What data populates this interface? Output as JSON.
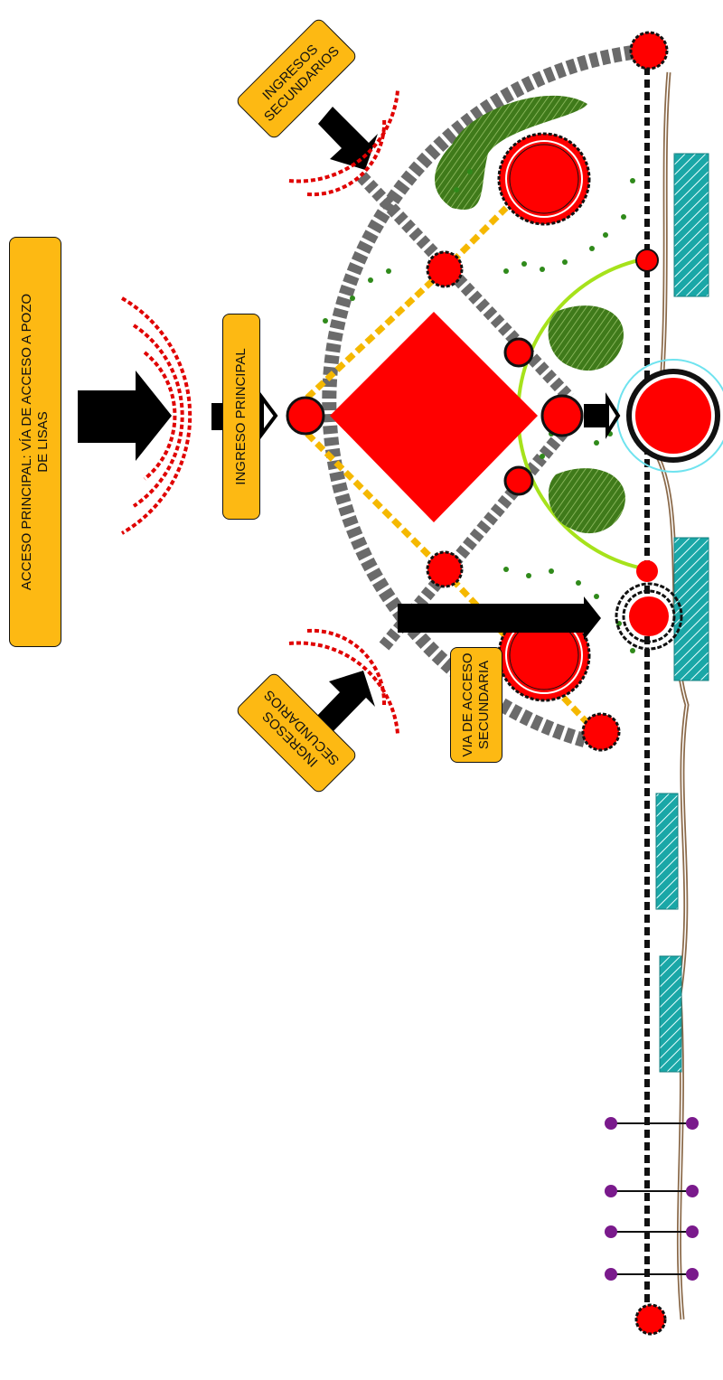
{
  "labels": {
    "acceso_principal": {
      "line1": "ACCESO PRINCIPAL: VÍA DE ACCESO A POZO",
      "line2": "DE LISAS"
    },
    "ingreso_principal": "INGRESO PRINCIPAL",
    "ingresos_secundarios_top": {
      "line1": "INGRESOS",
      "line2": "SECUNDARIOS"
    },
    "ingresos_secundarios_bottom": {
      "line1": "INGRESOS",
      "line2": "SECUNDARIOS"
    },
    "via_secundaria": {
      "line1": "VIA DE ACCESO",
      "line2": "SECUNDARIA"
    }
  },
  "colors": {
    "label_fill": "#fdb913",
    "node_red": "#ff0000",
    "path_gray": "#6b6b6b",
    "path_yellow": "#f5b800",
    "vegetation": "#3f7a1a",
    "teal_blocks": "#1aa7a7",
    "lime_arc": "#a6e21b",
    "purple_nodes": "#7a1a8c",
    "arrow_black": "#000000",
    "signal_red": "#e00000"
  },
  "icons": [
    "arrow-icon",
    "signal-wave-icon",
    "node-circle-icon",
    "chevron-icon"
  ]
}
